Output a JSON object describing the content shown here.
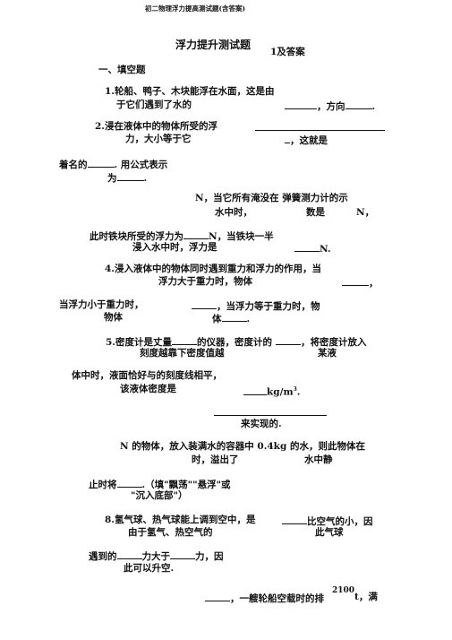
{
  "header": "初二物理浮力提高测试题(含答案)",
  "title": "浮力提升测试题",
  "title_suffix": "1及答案",
  "section": "一、填空题",
  "q1": {
    "text": "1.轮船、鸭子、木块能浮在水面，这是由",
    "cont": "于它们遇到了水的",
    "dir": "，方向",
    "end": "."
  },
  "q2": {
    "text": "2.浸在液体中的物体所受的浮",
    "cont": "力，大小等于它",
    "mid": "，这就是",
    "famous": "着名的",
    "formula": ". 用公式表示",
    "wei": "为",
    "end": "."
  },
  "q3": {
    "a": "N，当它所有淹没在 弹簧测力计的示",
    "b": "水中时，",
    "c": "数是",
    "d": "N，",
    "e": "此时铁块所受的浮力为",
    "f": "N，当铁块一半",
    "g": "浸入水中时，浮力是",
    "h": "N."
  },
  "q4": {
    "text": "4.浸入液体中的物体同时遇到重力和浮力的作用，当",
    "cont": "浮力大于重力时，物体",
    "comma": "，",
    "lt": "当浮力小于重力时，",
    "eq": "，当浮力等于重力时，物",
    "body1": "物体",
    "body2": "体",
    "end": "."
  },
  "q5": {
    "text": "5.密度计是丈量",
    "mid1": "的仪器，密度计的",
    "mid2": "，将密度计放入",
    "cont": "刻度越靠下密度值越",
    "liq": "某液",
    "b1": "体中时，液面恰好与的刻度线相平，",
    "b2": "该液体密度是",
    "unit": "kg/m",
    "sup": "3",
    "end": "."
  },
  "q6": {
    "realized": "来实现的.",
    "a": "N 的物体，放入装满水的容器中  0.4kg 的水，则此物体在",
    "b": "时，溢出了",
    "c": "水中静",
    "d": "止时将",
    "e": ".（填\"飘荡\"\"悬浮\"或",
    "f": "\"沉入底部\"）"
  },
  "q8": {
    "text": "8.氢气球、热气球能上调到空中，是",
    "mid": "比空气的小，因",
    "cont": "由于氢气、热空气的",
    "tail": "此气球",
    "b1": "遇到的",
    "b2": "力大于",
    "b3": "力，因",
    "b4": "此可以升空."
  },
  "q9": {
    "a": "，一艘轮船空载时的排",
    "num": "2100",
    "b": "t，满"
  }
}
